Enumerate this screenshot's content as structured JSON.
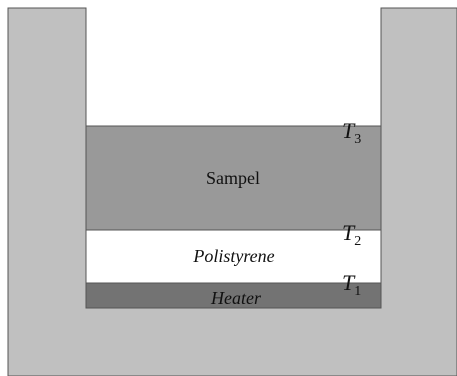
{
  "diagram": {
    "layers": {
      "sample": {
        "label": "Sampel",
        "fill": "#999999"
      },
      "polystyrene": {
        "label": "Polistyrene",
        "fill": "#ffffff"
      },
      "heater": {
        "label": "Heater",
        "fill": "#737373"
      }
    },
    "container_fill": "#c0c0c0",
    "outline_color": "#555555",
    "temperatures": [
      {
        "symbol": "T",
        "subscript": "3"
      },
      {
        "symbol": "T",
        "subscript": "2"
      },
      {
        "symbol": "T",
        "subscript": "1"
      }
    ]
  }
}
